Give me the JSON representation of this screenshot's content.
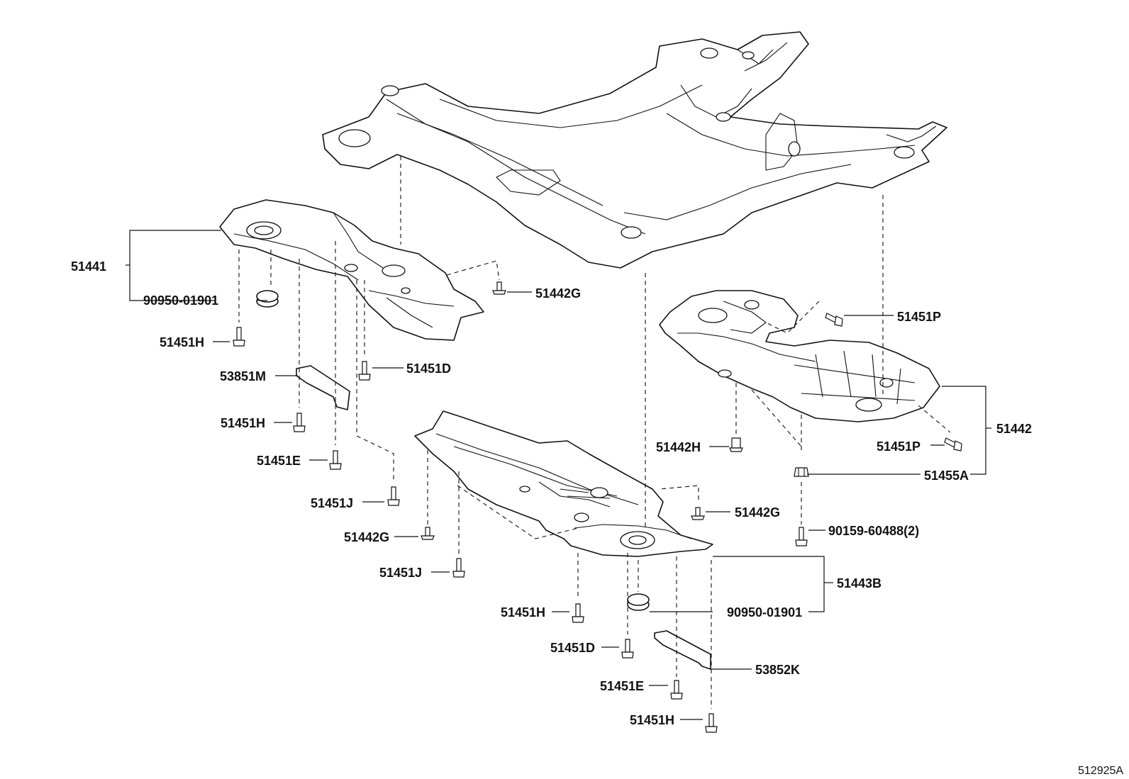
{
  "diagram_code": "512925A",
  "callouts": {
    "c51441": "51441",
    "c90950_a": "90950-01901",
    "c51451H_a": "51451H",
    "c53851M": "53851M",
    "c51451H_b": "51451H",
    "c51451E_a": "51451E",
    "c51451J_a": "51451J",
    "c51451D_a": "51451D",
    "c51442G_a": "51442G",
    "c51451P_a": "51451P",
    "c51442": "51442",
    "c51442H": "51442H",
    "c51451P_b": "51451P",
    "c51455A": "51455A",
    "c90159": "90159-60488(2)",
    "c51442G_b": "51442G",
    "c51442G_c": "51442G",
    "c51451J_b": "51451J",
    "c51443B": "51443B",
    "c51451H_c": "51451H",
    "c90950_b": "90950-01901",
    "c51451D_b": "51451D",
    "c53852K": "53852K",
    "c51451E_b": "51451E",
    "c51451H_d": "51451H"
  }
}
